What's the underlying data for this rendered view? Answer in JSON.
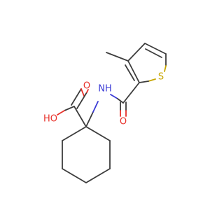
{
  "molecule": {
    "atoms": {
      "sulfur": "S",
      "amide_nitrogen": "NH",
      "carbonyl_oxygen": "O",
      "acid_carbonyl_oxygen": "O",
      "hydroxyl": "HO"
    },
    "colors": {
      "bond": "#3d3d3d",
      "oxygen": "#e8302a",
      "nitrogen": "#3a3ad6",
      "sulfur": "#c7a500"
    }
  }
}
